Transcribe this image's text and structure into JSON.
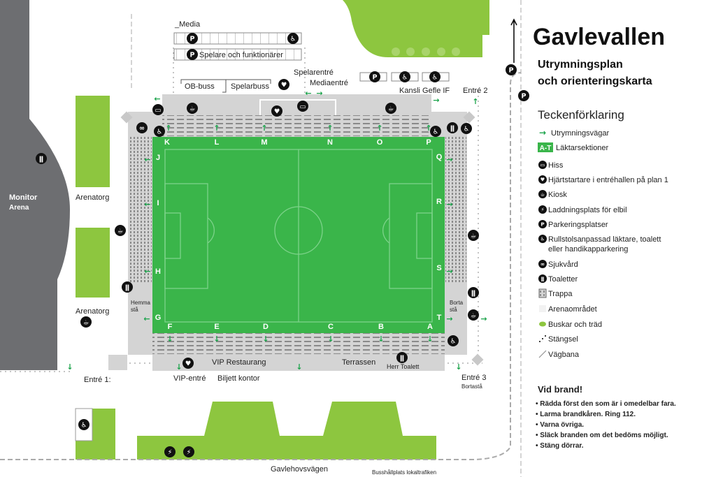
{
  "title": "Gavlevallen",
  "subtitle_line1": "Utrymningsplan",
  "subtitle_line2": "och orienteringskarta",
  "colors": {
    "field": "#3ab54a",
    "greenery": "#8dc63f",
    "stand": "#d4d4d4",
    "arena": "#6d6e71",
    "exit_arrow": "#1aa34a"
  },
  "legend": {
    "heading": "Teckenförklaring",
    "items": [
      {
        "icon": "exit-arrow-icon",
        "label": "Utrymningsvägar"
      },
      {
        "icon": "section-badge",
        "badge": "A-T",
        "label": "Läktarsektioner"
      },
      {
        "icon": "elevator-icon",
        "label": "Hiss"
      },
      {
        "icon": "defibrillator-icon",
        "label": "Hjärtstartare i entréhallen på plan 1"
      },
      {
        "icon": "kiosk-icon",
        "label": "Kiosk"
      },
      {
        "icon": "ev-charging-icon",
        "label": "Laddningsplats för elbil"
      },
      {
        "icon": "parking-icon",
        "label": "Parkeringsplatser"
      },
      {
        "icon": "wheelchair-icon",
        "label": "Rullstolsanpassad läktare, toalett",
        "label2": "eller handikapparkering"
      },
      {
        "icon": "first-aid-icon",
        "label": "Sjukvård"
      },
      {
        "icon": "toilet-icon",
        "label": "Toaletter"
      },
      {
        "icon": "stairs-icon",
        "label": "Trappa"
      },
      {
        "icon": "arena-area-icon",
        "label": "Arenaområdet"
      },
      {
        "icon": "bushes-icon",
        "label": "Buskar och träd"
      },
      {
        "icon": "fence-icon",
        "label": "Stängsel"
      },
      {
        "icon": "road-icon",
        "label": "Vägbana"
      }
    ]
  },
  "fire": {
    "heading": "Vid brand!",
    "items": [
      "• Rädda först den som är i omedelbar fara.",
      "• Larma brandkåren.  Ring 112.",
      "• Varna övriga.",
      "• Släck branden om det bedöms möjligt.",
      "• Stäng dörrar."
    ]
  },
  "map_labels": {
    "monitor": "Monitor",
    "arena": "Arena",
    "arenatorg_1": "Arenatorg",
    "arenatorg_2": "Arenatorg",
    "media": "_Media",
    "players_parking": "Spelare och funktionärer",
    "ob_bus": "OB-buss",
    "player_bus": "Spelarbuss",
    "player_entrance": "Spelarentré",
    "media_entrance": "Mediaentré",
    "office": "Kansli Gefle IF",
    "entrance_2": "Entré 2",
    "entrance_1": "Entré 1:",
    "entrance_3": "Entré 3",
    "away_stand_bottom": "Bortastå",
    "home_stand_1": "Hemma",
    "home_stand_2": "stå",
    "away_stand_1": "Borta",
    "away_stand_2": "stå",
    "vip_restaurant": "VIP Restaurang",
    "terrace": "Terrassen",
    "mens_toilet": "Herr Toalett",
    "vip_entrance": "VIP-entré",
    "ticket_office": "Biljett kontor",
    "road": "Gavlehovsvägen",
    "bus_stop": "Busshållplats lokaltrafiken"
  },
  "sections": {
    "top": [
      "K",
      "L",
      "M",
      "N",
      "O",
      "P"
    ],
    "left": [
      "J",
      "I",
      "H",
      "G"
    ],
    "right": [
      "Q",
      "R",
      "S",
      "T"
    ],
    "bottom": [
      "F",
      "E",
      "D",
      "C",
      "B",
      "A"
    ]
  }
}
